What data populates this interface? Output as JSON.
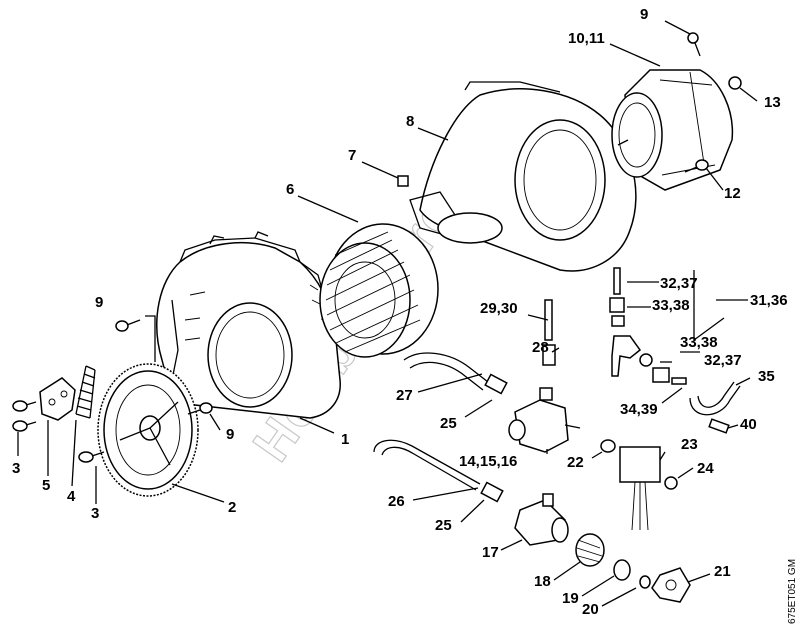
{
  "diagram": {
    "drawing_code": "675ET051 GM",
    "watermark": "Hobbystore.it",
    "labels": [
      {
        "key": "l9a",
        "text": "9"
      },
      {
        "key": "l1011",
        "text": "10,11"
      },
      {
        "key": "l13",
        "text": "13"
      },
      {
        "key": "l8",
        "text": "8"
      },
      {
        "key": "l7",
        "text": "7"
      },
      {
        "key": "l12",
        "text": "12"
      },
      {
        "key": "l6",
        "text": "6"
      },
      {
        "key": "l3237a",
        "text": "32,37"
      },
      {
        "key": "l3338a",
        "text": "33,38"
      },
      {
        "key": "l3136",
        "text": "31,36"
      },
      {
        "key": "l9b",
        "text": "9"
      },
      {
        "key": "l2930",
        "text": "29,30"
      },
      {
        "key": "l3338b",
        "text": "33,38"
      },
      {
        "key": "l3237b",
        "text": "32,37"
      },
      {
        "key": "l28",
        "text": "28"
      },
      {
        "key": "l35",
        "text": "35"
      },
      {
        "key": "l27",
        "text": "27"
      },
      {
        "key": "l3439",
        "text": "34,39"
      },
      {
        "key": "l40",
        "text": "40"
      },
      {
        "key": "l25a",
        "text": "25"
      },
      {
        "key": "l9c",
        "text": "9"
      },
      {
        "key": "l1",
        "text": "1"
      },
      {
        "key": "l141516",
        "text": "14,15,16"
      },
      {
        "key": "l22",
        "text": "22"
      },
      {
        "key": "l23",
        "text": "23"
      },
      {
        "key": "l3a",
        "text": "3"
      },
      {
        "key": "l5",
        "text": "5"
      },
      {
        "key": "l4",
        "text": "4"
      },
      {
        "key": "l24",
        "text": "24"
      },
      {
        "key": "l3b",
        "text": "3"
      },
      {
        "key": "l2",
        "text": "2"
      },
      {
        "key": "l26",
        "text": "26"
      },
      {
        "key": "l25b",
        "text": "25"
      },
      {
        "key": "l17",
        "text": "17"
      },
      {
        "key": "l21",
        "text": "21"
      },
      {
        "key": "l18",
        "text": "18"
      },
      {
        "key": "l19",
        "text": "19"
      },
      {
        "key": "l20",
        "text": "20"
      }
    ]
  }
}
